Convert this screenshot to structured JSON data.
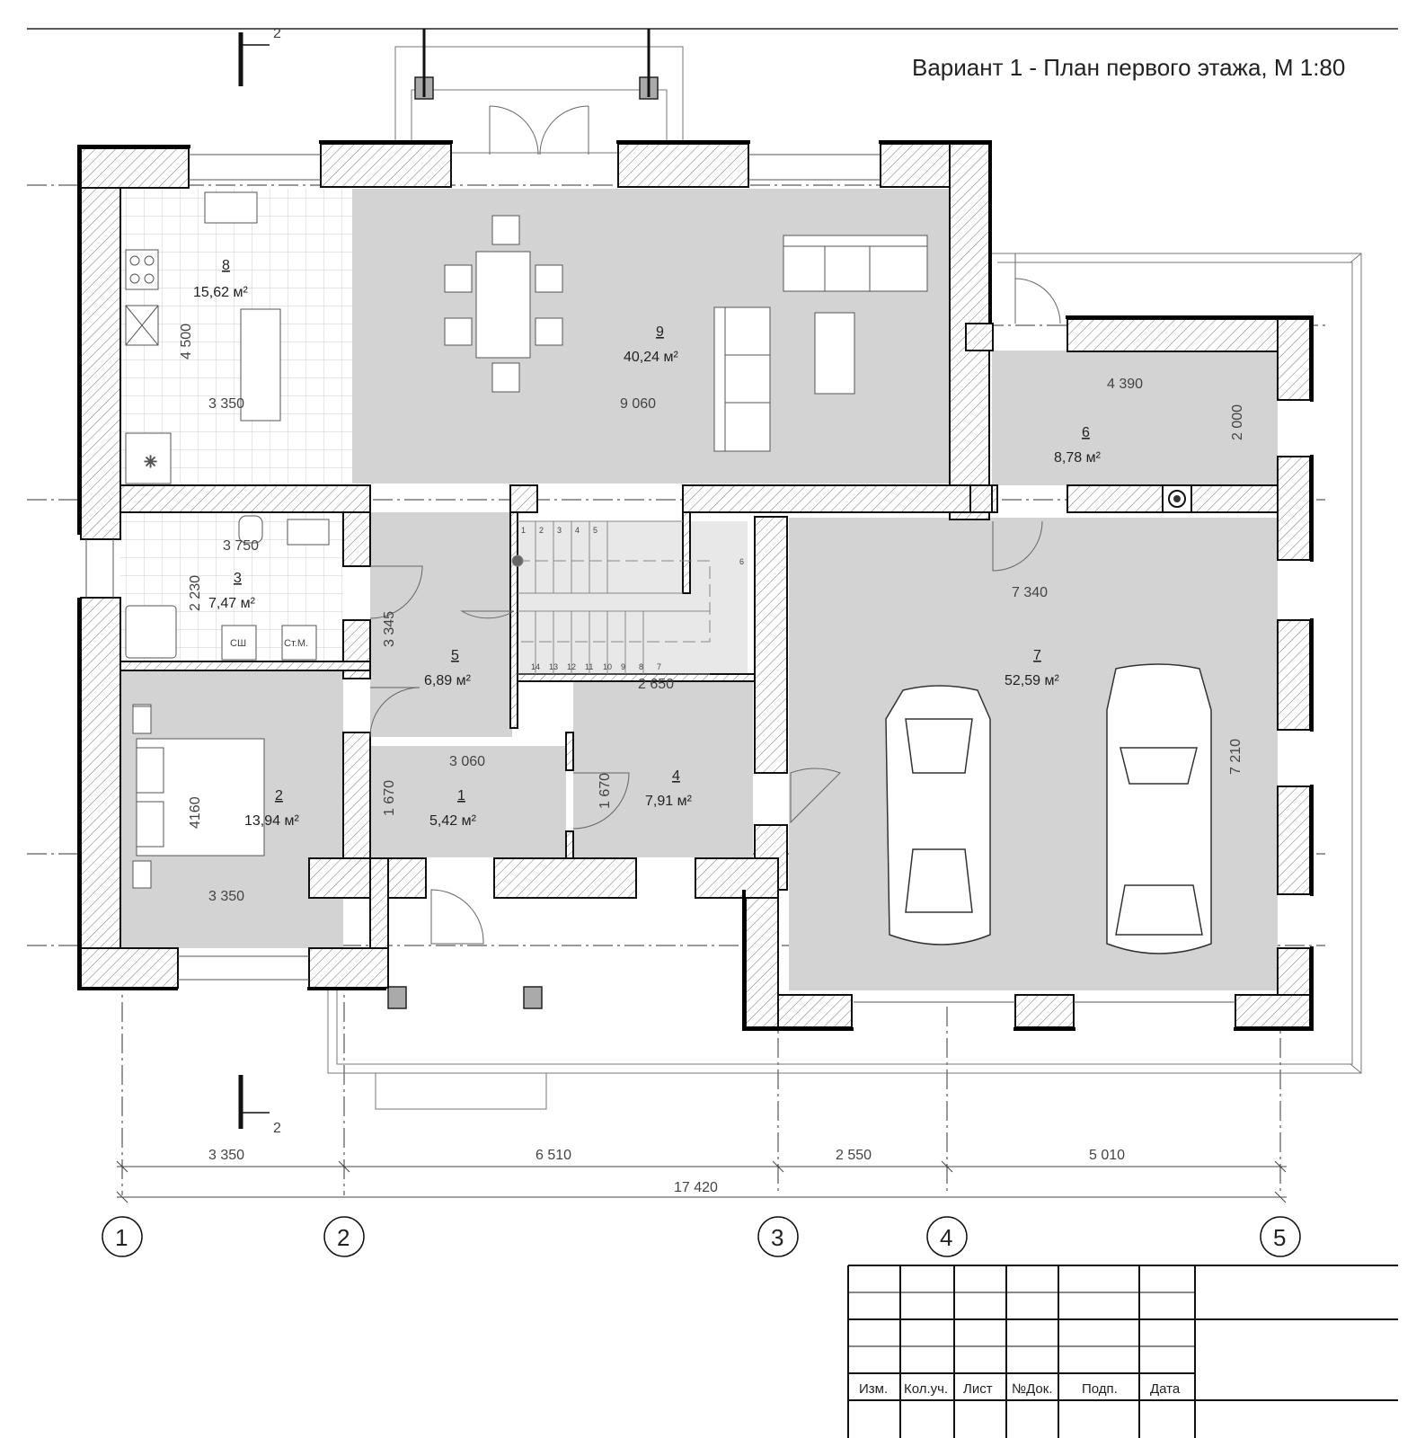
{
  "title": "Вариант 1 - План первого этажа, М 1:80",
  "section_mark": "2",
  "rooms": [
    {
      "num": "8",
      "area": "15,62 м²"
    },
    {
      "num": "9",
      "area": "40,24 м²"
    },
    {
      "num": "6",
      "area": "8,78 м²"
    },
    {
      "num": "3",
      "area": "7,47 м²"
    },
    {
      "num": "5",
      "area": "6,89 м²"
    },
    {
      "num": "7",
      "area": "52,59 м²"
    },
    {
      "num": "2",
      "area": "13,94 м²"
    },
    {
      "num": "1",
      "area": "5,42 м²"
    },
    {
      "num": "4",
      "area": "7,91 м²"
    }
  ],
  "inner_dims": [
    "4 500",
    "3 350",
    "9 060",
    "4 390",
    "2 000",
    "3 750",
    "2 230",
    "3 345",
    "7 340",
    "2 650",
    "3 060",
    "1 670",
    "1 670",
    "4160",
    "3 350",
    "7 210"
  ],
  "fixtures": [
    "СШ",
    "Ст.М."
  ],
  "stair_steps": [
    "1",
    "2",
    "3",
    "4",
    "5",
    "6",
    "14",
    "13",
    "12",
    "11",
    "10",
    "9",
    "8",
    "7"
  ],
  "bottom_dims": [
    "3 350",
    "6 510",
    "2 550",
    "5 010"
  ],
  "total_dim": "17 420",
  "axes": [
    "1",
    "2",
    "3",
    "4",
    "5"
  ],
  "stamp_headers": [
    "Изм.",
    "Кол.уч.",
    "Лист",
    "№Док.",
    "Подп.",
    "Дата"
  ]
}
